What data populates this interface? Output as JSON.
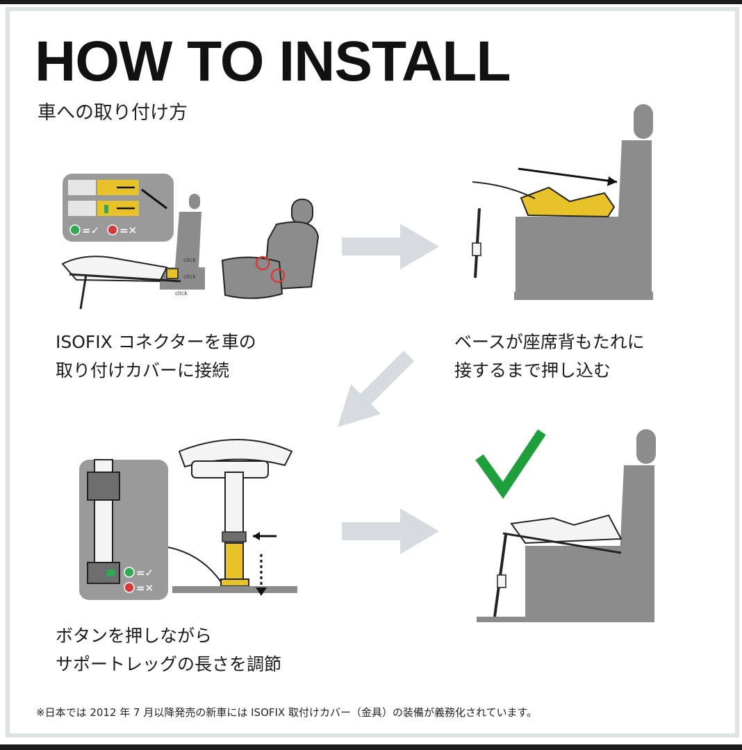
{
  "title": "HOW TO INSTALL",
  "subtitle": "車への取り付け方",
  "steps": [
    {
      "caption_lines": [
        "ISOFIX コネクターを車の",
        "取り付けカバーに接続"
      ]
    },
    {
      "caption_lines": [
        "ベースが座席背もたれに",
        "接するまで押し込む"
      ]
    },
    {
      "caption_lines": [
        "ボタンを押しながら",
        "サポートレッグの長さを調節"
      ]
    }
  ],
  "indicators": {
    "ok": "=✓",
    "ng": "=✕"
  },
  "click_labels": [
    "click",
    "click",
    "click"
  ],
  "footnote": "※日本では 2012 年 7 月以降発売の新車には ISOFIX 取付けカバー（金具）の装備が義務化されています。",
  "colors": {
    "seat_gray": "#8c8c8c",
    "base_yellow": "#e8c229",
    "arrow_gray": "#d5dbde",
    "check_green": "#1f9e3c",
    "ok_green": "#33a852",
    "ng_red": "#d63a3a"
  }
}
